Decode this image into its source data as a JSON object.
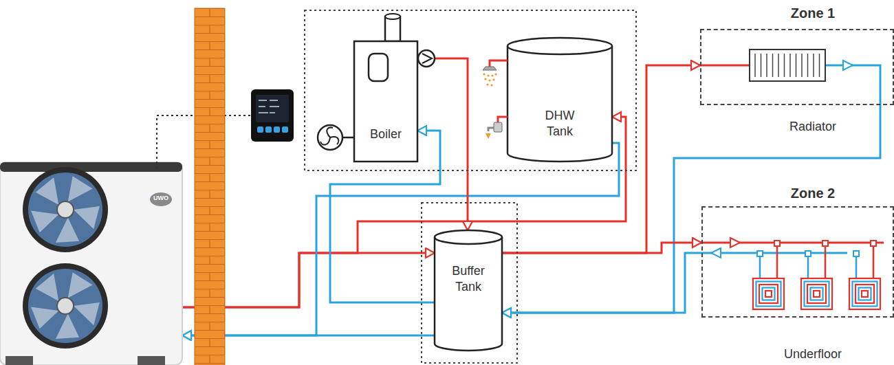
{
  "diagram": {
    "nodes": [
      {
        "text": [
          "UWO"
        ]
      },
      {
        "text": [
          "Boiler"
        ]
      },
      {
        "text": [
          "DHW Tank"
        ]
      },
      {
        "text": [
          "Zone 1",
          "Radiator"
        ]
      },
      {
        "text": [
          "Buffer Tank"
        ]
      },
      {
        "text": [
          "Zone 2",
          "Underfloor"
        ]
      }
    ],
    "edges": [
      {
        "from": 0,
        "to": 4,
        "arrow": "to"
      },
      {
        "from": 4,
        "to": 0,
        "arrow": "to"
      },
      {
        "from": 0,
        "to": 2,
        "arrow": "to"
      },
      {
        "from": 2,
        "to": 0,
        "arrow": "to"
      },
      {
        "from": 1,
        "to": 4,
        "arrow": "to"
      },
      {
        "from": 4,
        "to": 1,
        "arrow": "to"
      },
      {
        "from": 4,
        "to": 3,
        "arrow": "to"
      },
      {
        "from": 3,
        "to": 4,
        "arrow": "to"
      },
      {
        "from": 4,
        "to": 5,
        "arrow": "to"
      },
      {
        "from": 5,
        "to": 4,
        "arrow": "to"
      }
    ]
  }
}
